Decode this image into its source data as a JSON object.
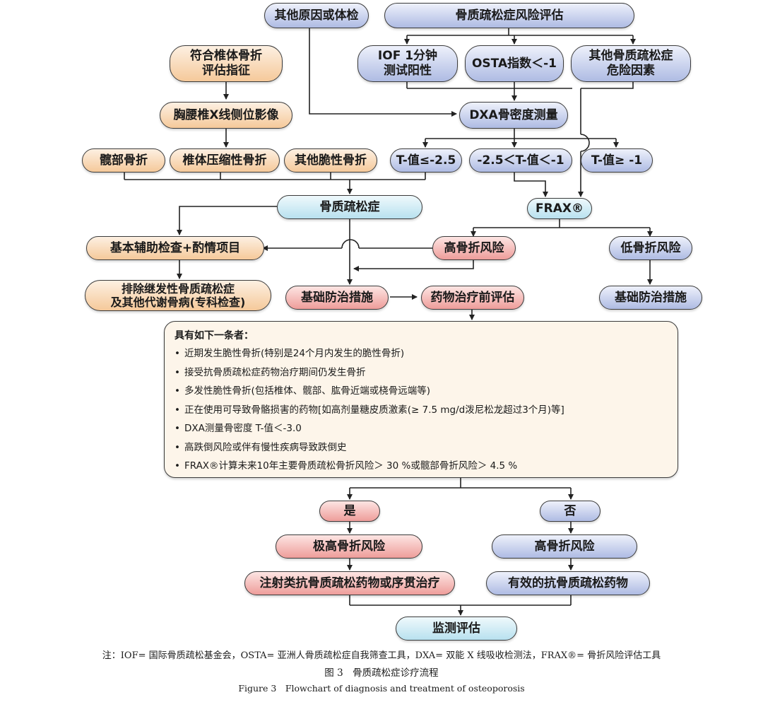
{
  "nodes": {
    "other_cause": "其他原因或体检",
    "risk_eval": "骨质疏松症风险评估",
    "iof_test": "IOF 1分钟\n测试阳性",
    "osta": "OSTA指数＜-1",
    "other_risk": "其他骨质疏松症\n危险因素",
    "vertebral_indication": "符合椎体骨折\n评估指征",
    "xray": "胸腰椎X线侧位影像",
    "dxa": "DXA骨密度测量",
    "hip_fracture": "髋部骨折",
    "vertebral_fracture": "椎体压缩性骨折",
    "other_fragility": "其他脆性骨折",
    "t_low": "T-值≤-2.5",
    "t_mid": "-2.5＜T-值＜-1",
    "t_high": "T-值≥ -1",
    "osteoporosis": "骨质疏松症",
    "frax": "FRAX®",
    "basic_tests": "基本辅助检查+酌情项目",
    "high_risk": "高骨折风险",
    "low_risk": "低骨折风险",
    "exclude_secondary": "排除继发性骨质疏松症\n及其他代谢骨病(专科检查)",
    "basic_prevention_left": "基础防治措施",
    "pre_treatment_eval": "药物治疗前评估",
    "basic_prevention_right": "基础防治措施",
    "yes": "是",
    "no": "否",
    "very_high_risk": "极高骨折风险",
    "high_risk_bottom": "高骨折风险",
    "injection_therapy": "注射类抗骨质疏松药物或序贯治疗",
    "effective_drug": "有效的抗骨质疏松药物",
    "monitor": "监测评估"
  },
  "criteria": {
    "title": "具有如下一条者：",
    "items": [
      "近期发生脆性骨折(特别是24个月内发生的脆性骨折)",
      "接受抗骨质疏松症药物治疗期间仍发生骨折",
      "多发性脆性骨折(包括椎体、髋部、肱骨近端或桡骨远端等)",
      "正在使用可导致骨骼损害的药物[如高剂量糖皮质激素(≥ 7.5 mg/d泼尼松龙超过3个月)等]",
      "DXA测量骨密度 T-值＜-3.0",
      "高跌倒风险或伴有慢性疾病导致跌倒史",
      "FRAX®计算未来10年主要骨质疏松骨折风险＞ 30 %或髋部骨折风险＞ 4.5 %"
    ]
  },
  "footnote": {
    "note": "注：IOF= 国际骨质疏松基金会，OSTA= 亚洲人骨质疏松症自我筛查工具，DXA= 双能 X 线吸收检测法，FRAX®= 骨折风险评估工具",
    "caption_zh": "图 3　骨质疏松症诊疗流程",
    "caption_en": "Figure 3　Flowchart of diagnosis and treatment of osteoporosis"
  },
  "colors": {
    "blue": "#aebbe3",
    "orange": "#f5c99a",
    "red": "#ee9d9a",
    "cyan": "#b8e1ef",
    "criteria_bg": "#fdf5ea"
  }
}
